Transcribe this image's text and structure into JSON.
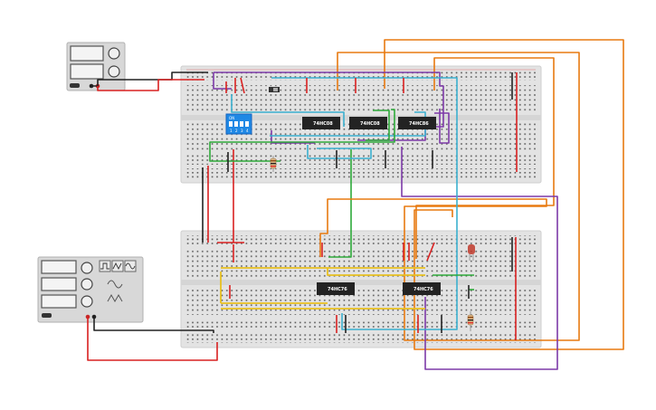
{
  "colors": {
    "board": "#e3e3e3",
    "board_mid": "#d5d5d5",
    "rail_red": "#e32a2a",
    "rail_blue": "#3a7bd5",
    "hole": "#5a5a5a",
    "chip": "#232323",
    "dip_switch": "#1e88e5",
    "wire_orange": "#e87a10",
    "wire_purple": "#7d3aa8",
    "wire_cyan": "#3bb0cf",
    "wire_green": "#2eaa3a",
    "wire_red": "#d92020",
    "wire_black": "#222222",
    "wire_yellow": "#e8c020",
    "led_red": "#c0392b",
    "instrument_body": "#d8d8d8",
    "instrument_screen": "#f4f4f4"
  },
  "chips": {
    "top_1": "74HC08",
    "top_2": "74HC08",
    "top_3": "74HC86",
    "bottom_1": "74HC76",
    "bottom_2": "74HC76"
  },
  "dip_switch": {
    "label_on": "ON",
    "pin_labels": [
      "1",
      "2",
      "3",
      "4"
    ],
    "states": [
      0,
      0,
      0,
      0
    ]
  },
  "instruments": {
    "power_supply_1": "dc-power-supply",
    "function_generator": "function-generator",
    "waveform_icons": [
      "square-wave-icon",
      "triangle-wave-icon",
      "sine-wave-icon"
    ]
  }
}
